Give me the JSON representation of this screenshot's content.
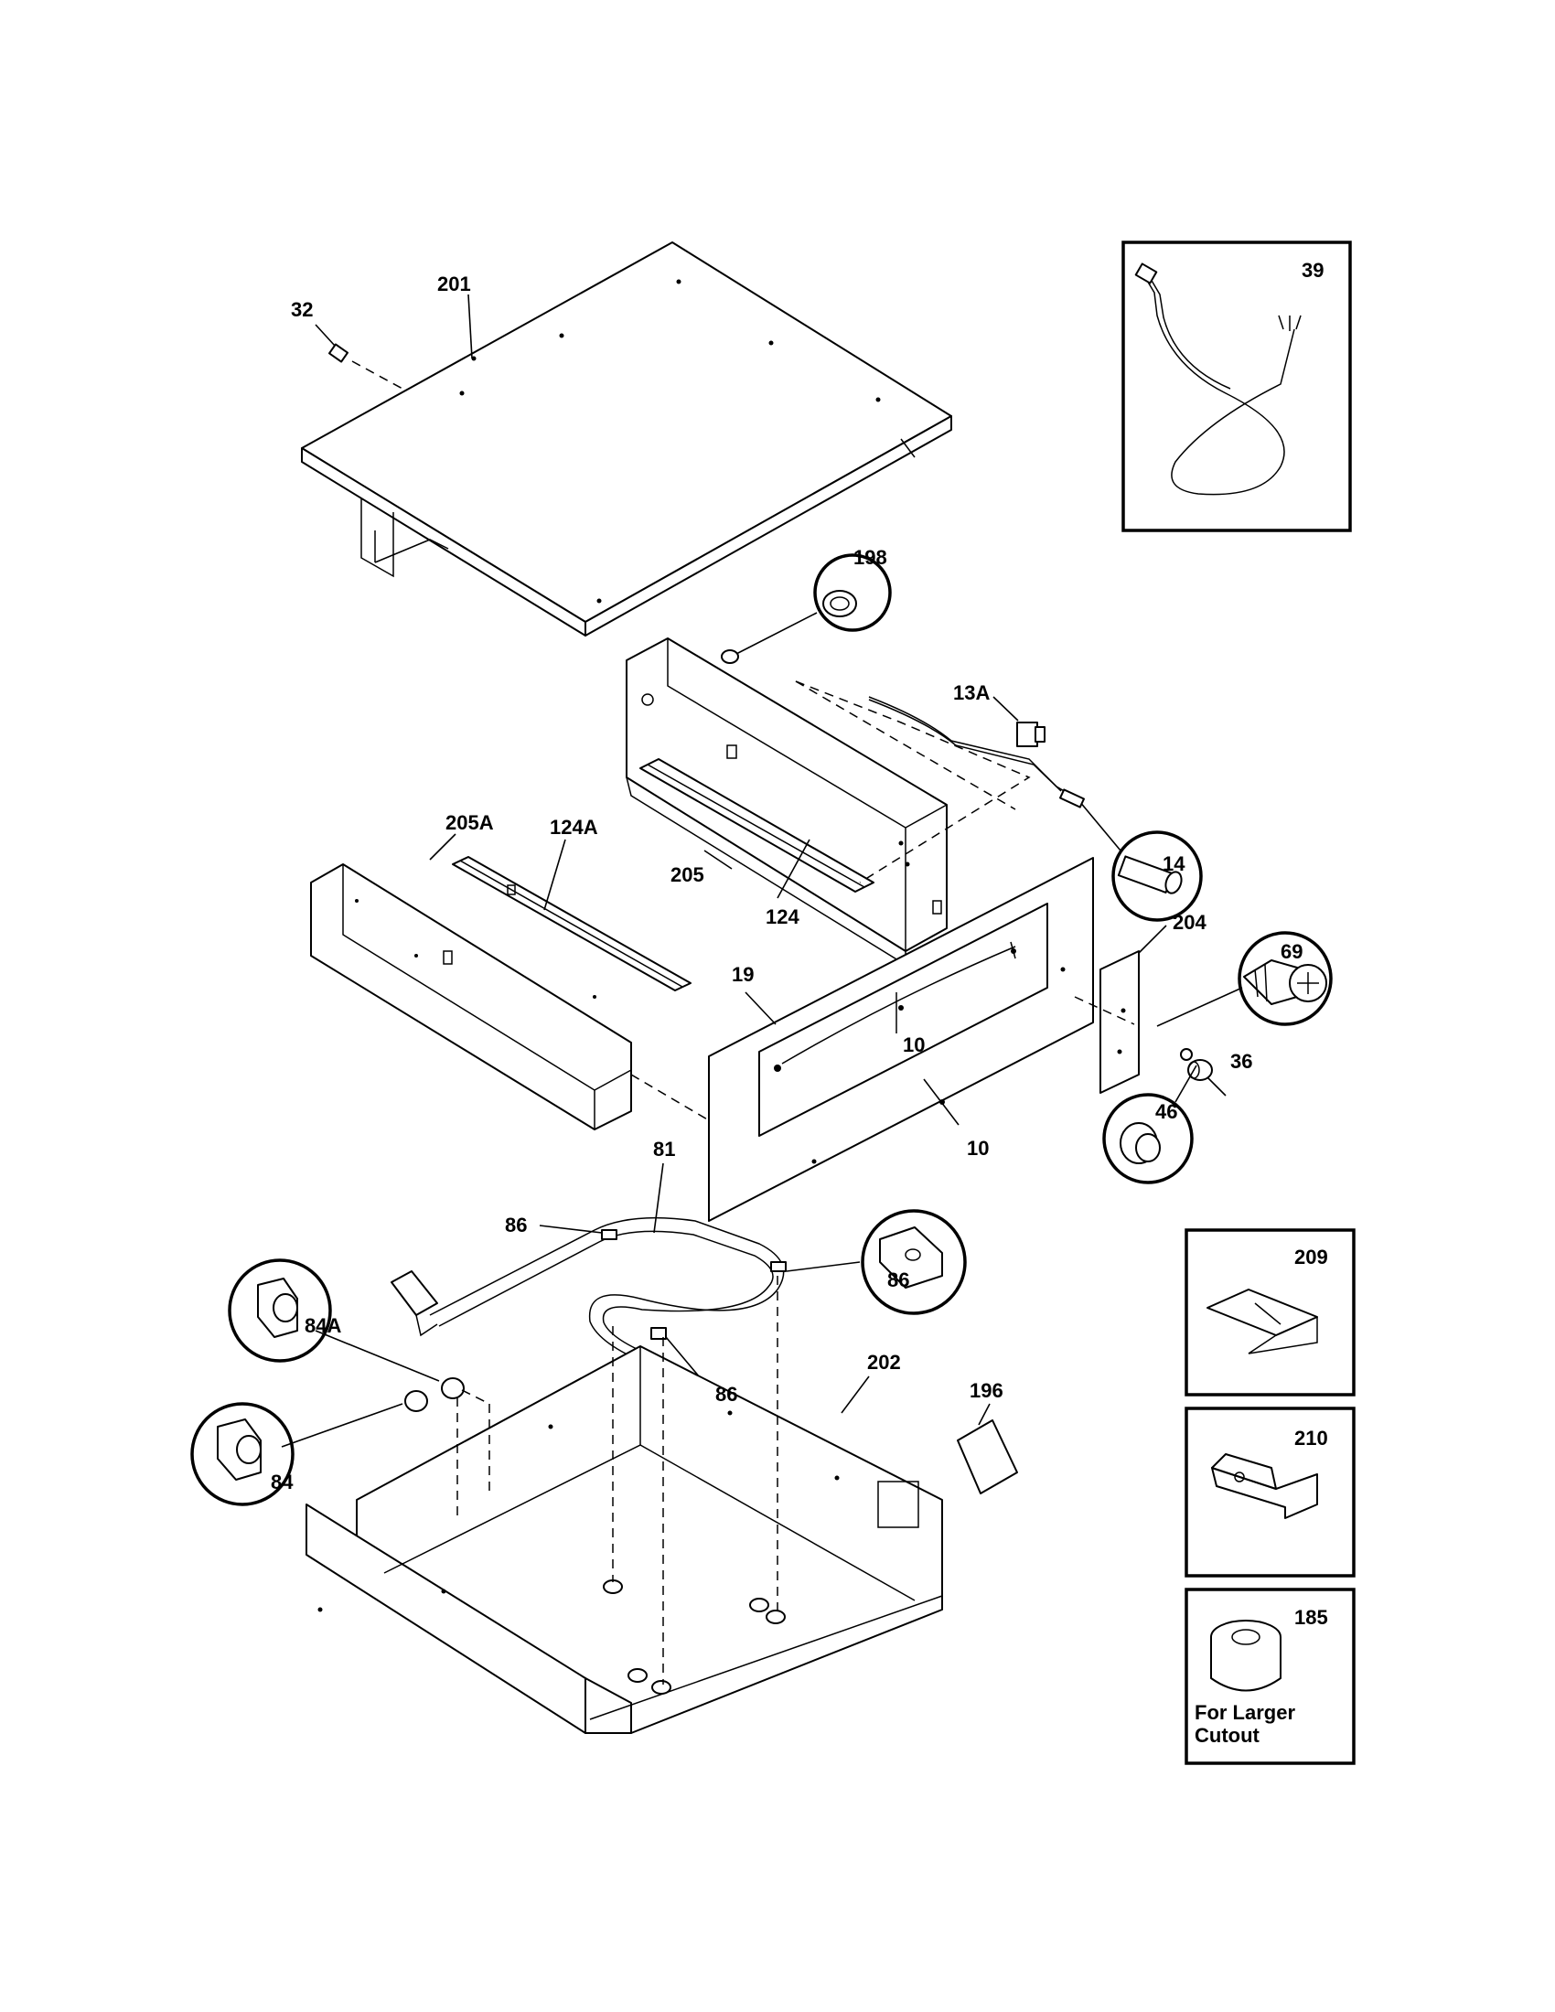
{
  "labels": {
    "p201": "201",
    "p32": "32",
    "p39": "39",
    "p198": "198",
    "p13A": "13A",
    "p14": "14",
    "p205A": "205A",
    "p124A": "124A",
    "p205": "205",
    "p124": "124",
    "p204": "204",
    "p69": "69",
    "p19": "19",
    "p10a": "10",
    "p10b": "10",
    "p36": "36",
    "p46": "46",
    "p81": "81",
    "p86a": "86",
    "p86b": "86",
    "p86c": "86",
    "p84A": "84A",
    "p84": "84",
    "p202": "202",
    "p196": "196",
    "p209": "209",
    "p210": "210",
    "p185": "185",
    "cutout_line1": "For Larger",
    "cutout_line2": "Cutout"
  },
  "colors": {
    "ink": "#000000",
    "paper": "#ffffff"
  }
}
